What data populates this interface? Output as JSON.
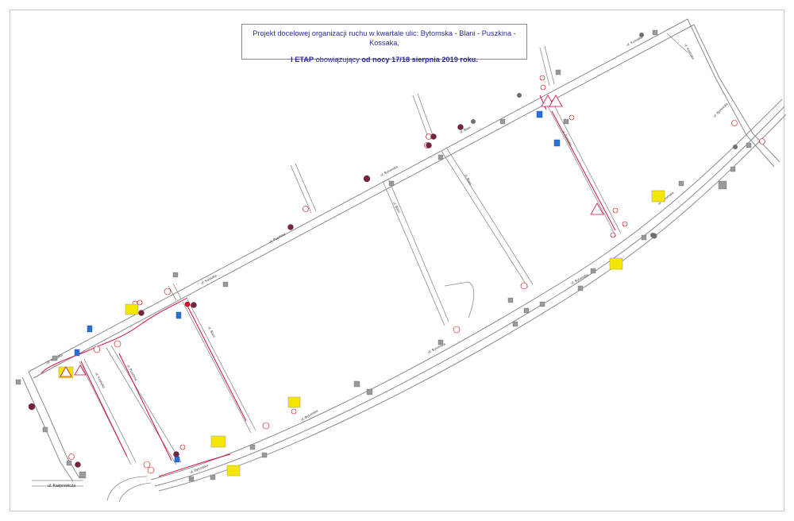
{
  "title": {
    "line1": "Projekt docelowej organizacji ruchu w kwartale ulic: Bytomska - Blani - Puszkina - Kossaka,",
    "line2_bold1": "I ETAP",
    "line2_normal": " obowiązujący ",
    "line2_bold2": "od nocy 17/18 sierpnia 2019 roku."
  },
  "street_labels": {
    "kasprowicza": "ul. Kasprowicza"
  },
  "colors": {
    "road": "#8c8c8c",
    "route": "#d0103a",
    "sign_red": "#e01f2a",
    "sign_blue": "#2a6fd6",
    "sign_yellow": "#f5e600",
    "title_text": "#2a2a9a"
  }
}
